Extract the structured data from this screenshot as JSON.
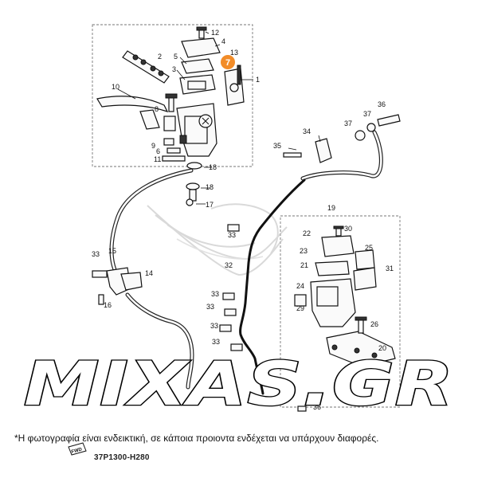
{
  "diagram": {
    "callouts": [
      {
        "id": "c1",
        "label": "1"
      },
      {
        "id": "c2",
        "label": "2"
      },
      {
        "id": "c3",
        "label": "3"
      },
      {
        "id": "c4",
        "label": "4"
      },
      {
        "id": "c5",
        "label": "5"
      },
      {
        "id": "c6",
        "label": "6"
      },
      {
        "id": "c7",
        "label": "7"
      },
      {
        "id": "c8",
        "label": "8"
      },
      {
        "id": "c9",
        "label": "9"
      },
      {
        "id": "c10",
        "label": "10"
      },
      {
        "id": "c11",
        "label": "11"
      },
      {
        "id": "c12",
        "label": "12"
      },
      {
        "id": "c13",
        "label": "13"
      },
      {
        "id": "c14",
        "label": "14"
      },
      {
        "id": "c15",
        "label": "15"
      },
      {
        "id": "c16",
        "label": "16"
      },
      {
        "id": "c17",
        "label": "17"
      },
      {
        "id": "c18a",
        "label": "18"
      },
      {
        "id": "c18b",
        "label": "18"
      },
      {
        "id": "c19",
        "label": "19"
      },
      {
        "id": "c20",
        "label": "20"
      },
      {
        "id": "c21",
        "label": "21"
      },
      {
        "id": "c22",
        "label": "22"
      },
      {
        "id": "c23",
        "label": "23"
      },
      {
        "id": "c24",
        "label": "24"
      },
      {
        "id": "c25",
        "label": "25"
      },
      {
        "id": "c26",
        "label": "26"
      },
      {
        "id": "c29",
        "label": "29"
      },
      {
        "id": "c30",
        "label": "30"
      },
      {
        "id": "c31",
        "label": "31"
      },
      {
        "id": "c32",
        "label": "32"
      },
      {
        "id": "c33a",
        "label": "33"
      },
      {
        "id": "c33b",
        "label": "33"
      },
      {
        "id": "c33c",
        "label": "33"
      },
      {
        "id": "c33d",
        "label": "33"
      },
      {
        "id": "c33e",
        "label": "33"
      },
      {
        "id": "c33f",
        "label": "33"
      },
      {
        "id": "c34",
        "label": "34"
      },
      {
        "id": "c35",
        "label": "35"
      },
      {
        "id": "c36a",
        "label": "36"
      },
      {
        "id": "c36b",
        "label": "36"
      },
      {
        "id": "c37a",
        "label": "37"
      },
      {
        "id": "c37b",
        "label": "37"
      }
    ],
    "highlight_label": "7",
    "fwd_label": "FWD",
    "drawing_code": "37P1300-H280"
  },
  "watermark": {
    "text": "MIXAS.GR"
  },
  "caption": "*Η φωτογραφία είναι ενδεικτική, σε κάποια προιοντα ενδέχεται να υπάρχουν διαφορές.",
  "colors": {
    "highlight": "#f28c28",
    "ink": "#111111",
    "background": "#ffffff"
  }
}
